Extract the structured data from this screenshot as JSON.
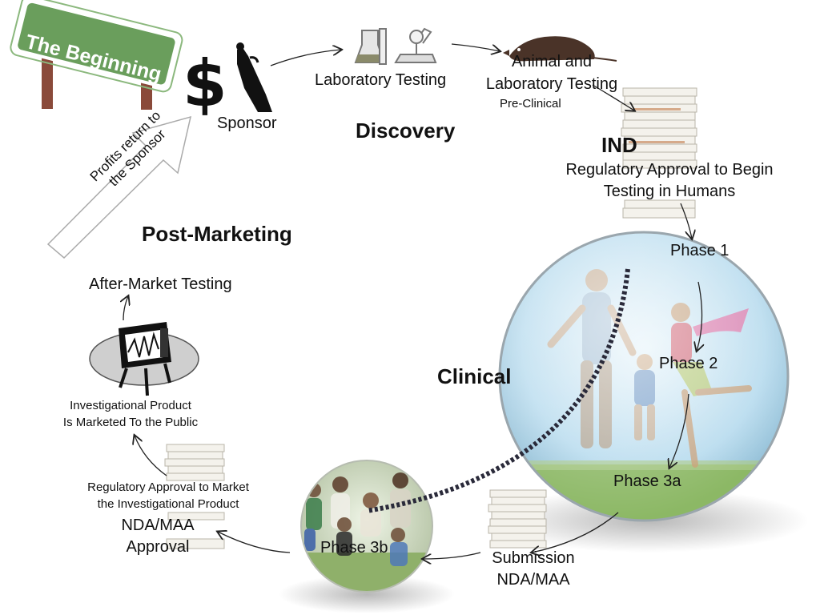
{
  "sign": {
    "text": "The Beginning"
  },
  "sponsor": {
    "label": "Sponsor"
  },
  "discovery": {
    "lab_testing": "Laboratory Testing",
    "animal_line1": "Animal and",
    "animal_line2": "Laboratory Testing",
    "preclinical": "Pre-Clinical",
    "title": "Discovery"
  },
  "ind": {
    "title": "IND",
    "line1": "Regulatory Approval to Begin",
    "line2": "Testing in Humans"
  },
  "clinical": {
    "title": "Clinical",
    "phase1": "Phase 1",
    "phase2": "Phase 2",
    "phase3a": "Phase 3a",
    "phase3b": "Phase 3b"
  },
  "submission": {
    "line1": "Submission",
    "line2": "NDA/MAA"
  },
  "approval": {
    "reg_line1": "Regulatory Approval to Market",
    "reg_line2": "the Investigational Product",
    "nda_line1": "NDA/MAA",
    "nda_line2": "Approval"
  },
  "marketed": {
    "line1": "Investigational Product",
    "line2": "Is Marketed To the Public"
  },
  "post_marketing": {
    "title": "Post-Marketing",
    "after_market": "After-Market Testing",
    "profits_line1": "Profits return to",
    "profits_line2": "the Sponsor"
  },
  "colors": {
    "sign_green": "#6a9e5c",
    "sign_post": "#8a4a3a",
    "sphere_sky": "#bfe0f0",
    "grass": "#7fae55",
    "dotted_line": "#2a2a3a"
  }
}
